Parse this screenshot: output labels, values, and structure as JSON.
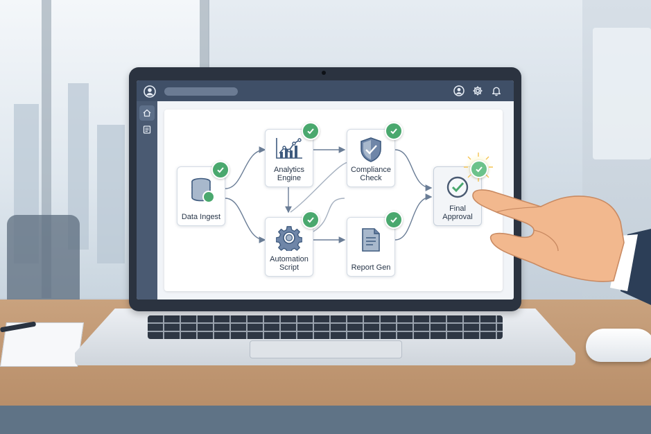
{
  "app": {
    "topbar": {
      "search_placeholder": "",
      "icons": [
        "user-icon",
        "gear-icon",
        "bell-icon"
      ]
    },
    "sidebar": {
      "items": [
        {
          "icon": "home-icon",
          "active": true
        },
        {
          "icon": "document-icon",
          "active": false
        }
      ]
    },
    "workflow": {
      "nodes": [
        {
          "id": "data-ingest",
          "label": "Data Ingest",
          "icon": "database-icon",
          "status": "complete"
        },
        {
          "id": "analytics-engine",
          "label": "Analytics\nEngine",
          "icon": "chart-icon",
          "status": "complete"
        },
        {
          "id": "compliance-check",
          "label": "Compliance\nCheck",
          "icon": "shield-icon",
          "status": "complete"
        },
        {
          "id": "automation-script",
          "label": "Automation\nScript",
          "icon": "cog-icon",
          "status": "complete"
        },
        {
          "id": "report-gen",
          "label": "Report Gen",
          "icon": "report-icon",
          "status": "complete"
        },
        {
          "id": "final-approval",
          "label": "Final\nApproval",
          "icon": "check-circle-icon",
          "status": "approved"
        }
      ]
    }
  },
  "colors": {
    "topbar": "#3f4f67",
    "sidebar": "#4a5a72",
    "check": "#4aa86e",
    "connector": "#6a7d96",
    "icon": "#3e5a7e",
    "lid": "#2b3340"
  }
}
